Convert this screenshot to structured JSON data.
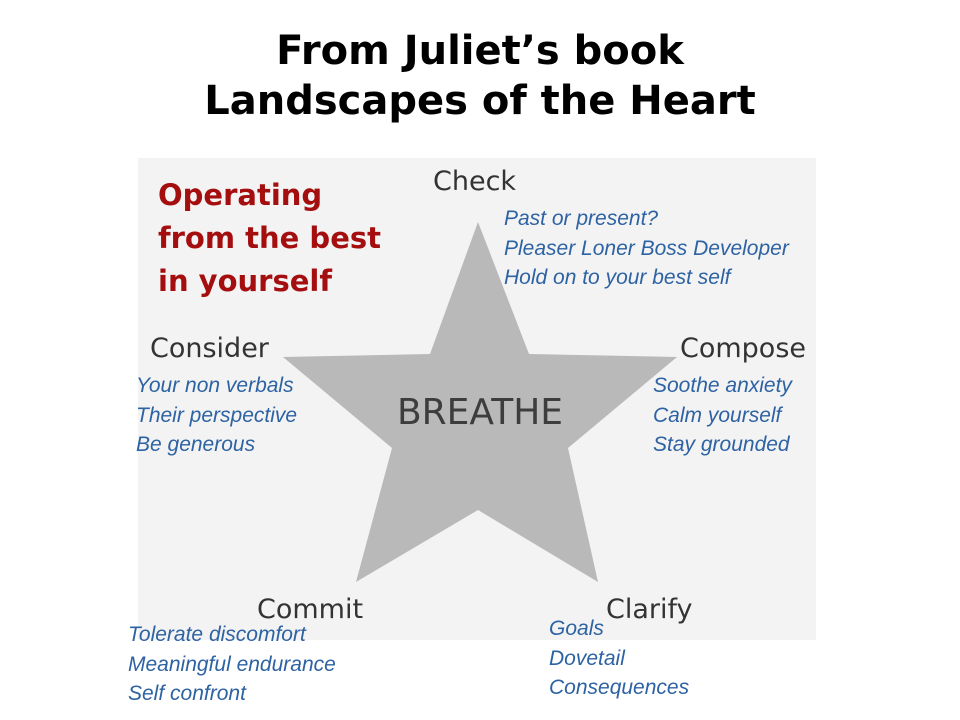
{
  "title": {
    "line1": "From Juliet’s book",
    "line2": "Landscapes of the Heart"
  },
  "subtitle": {
    "line1": "Operating",
    "line2": "from the best",
    "line3": "in yourself"
  },
  "center": "BREATHE",
  "colors": {
    "star": "#b9b9b9",
    "panel": "#f3f3f3",
    "subtitle": "#a50e0e",
    "notes": "#2d62a3"
  },
  "nodes": {
    "check": {
      "label": "Check",
      "notes": [
        "Past or present?",
        "Pleaser Loner Boss Developer",
        "Hold on to your best self"
      ]
    },
    "compose": {
      "label": "Compose",
      "notes": [
        "Soothe anxiety",
        "Calm yourself",
        "Stay grounded"
      ]
    },
    "clarify": {
      "label": "Clarify",
      "notes": [
        "Goals",
        "Dovetail",
        "Consequences"
      ]
    },
    "commit": {
      "label": "Commit",
      "notes": [
        "Tolerate discomfort",
        "Meaningful endurance",
        "Self confront"
      ]
    },
    "consider": {
      "label": "Consider",
      "notes": [
        "Your non verbals",
        "Their perspective",
        "Be generous"
      ]
    }
  }
}
